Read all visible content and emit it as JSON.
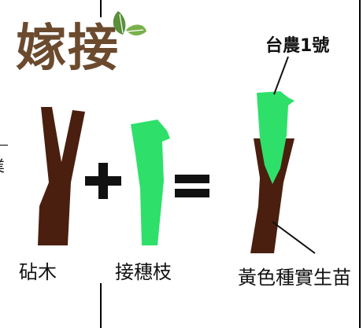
{
  "title": "嫁接",
  "labels": {
    "rootstock": "砧木",
    "scion": "接穗枝",
    "variety": "台農1號",
    "seedling": "黃色種實生苗"
  },
  "operators": {
    "plus": "+",
    "equals": "="
  },
  "left_edge_char": "業",
  "colors": {
    "trunk": "#4a1f0f",
    "scion": "#2ee06a",
    "title": "#6b4a2e",
    "leaf": "#5a8f3a"
  }
}
